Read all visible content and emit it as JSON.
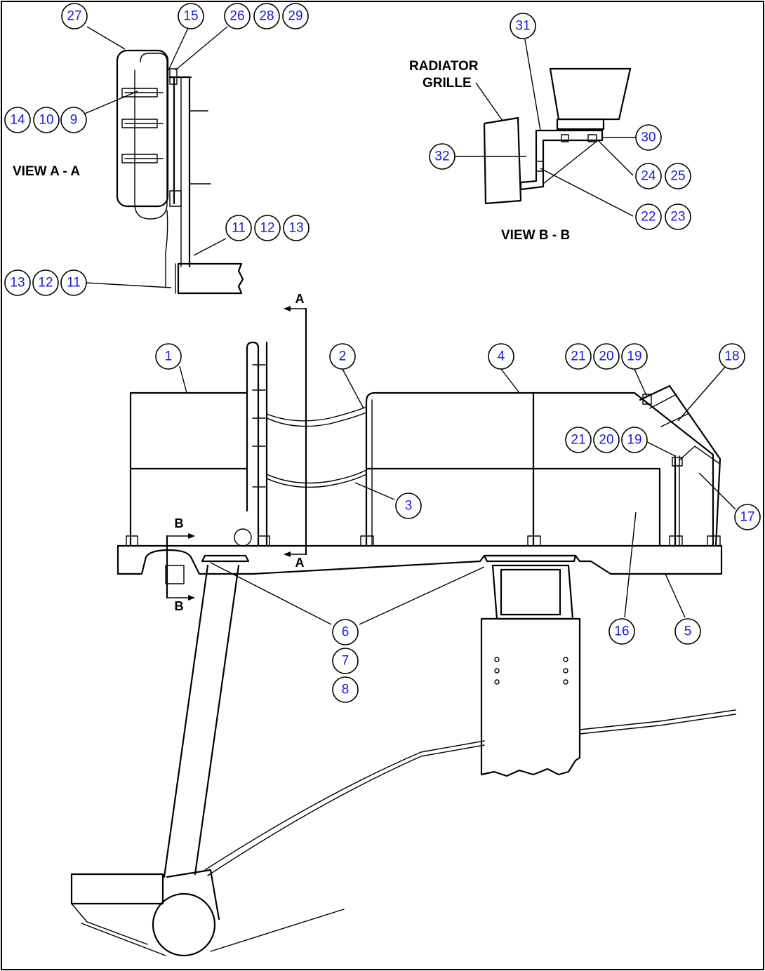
{
  "labels": {
    "view_a": "VIEW A - A",
    "view_b": "VIEW B - B",
    "radiator_1": "RADIATOR",
    "radiator_2": "GRILLE",
    "sec_a_top": "A",
    "sec_a_bottom": "A",
    "sec_b_top": "B",
    "sec_b_bottom": "B"
  },
  "callouts": [
    "1",
    "2",
    "3",
    "4",
    "5",
    "6",
    "7",
    "8",
    "9",
    "10",
    "11",
    "12",
    "13",
    "14",
    "15",
    "16",
    "17",
    "18",
    "19",
    "20",
    "21",
    "22",
    "23",
    "24",
    "25",
    "26",
    "27",
    "28",
    "29",
    "30",
    "31",
    "32"
  ],
  "colors": {
    "callout_text": "#1a1adb",
    "line": "#000000"
  }
}
